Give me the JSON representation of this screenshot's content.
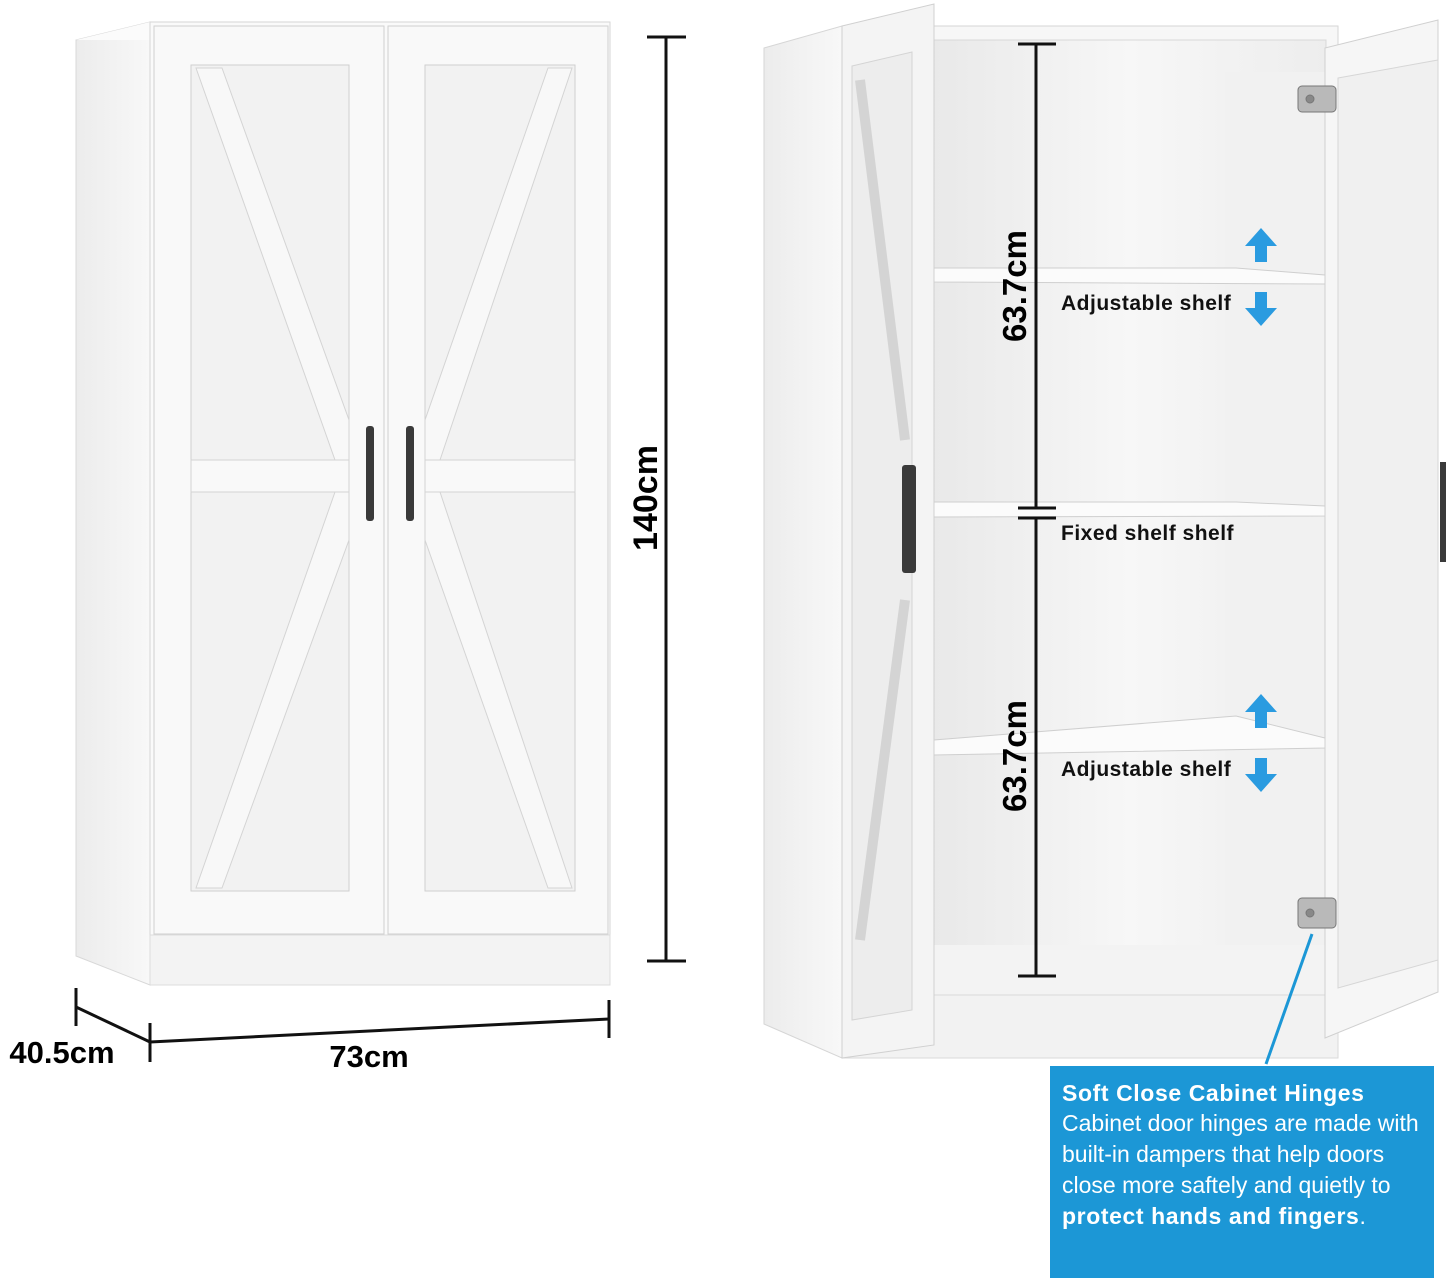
{
  "dimensions": {
    "height": "140cm",
    "width": "73cm",
    "depth": "40.5cm",
    "upper_section": "63.7cm",
    "lower_section": "63.7cm"
  },
  "labels": {
    "upper_shelf": "Adjustable shelf",
    "middle_shelf": "Fixed shelf shelf",
    "lower_shelf": "Adjustable shelf"
  },
  "callout": {
    "title": "Soft Close Cabinet Hinges",
    "body_start": "Cabinet door hinges are made with built-in dampers that help doors close more saftely and quietly to ",
    "body_bold": "protect hands and fingers",
    "body_end": "."
  },
  "colors": {
    "accent": "#1c97d6",
    "arrow": "#2a9be0",
    "cabinet": "#f7f7f7"
  }
}
